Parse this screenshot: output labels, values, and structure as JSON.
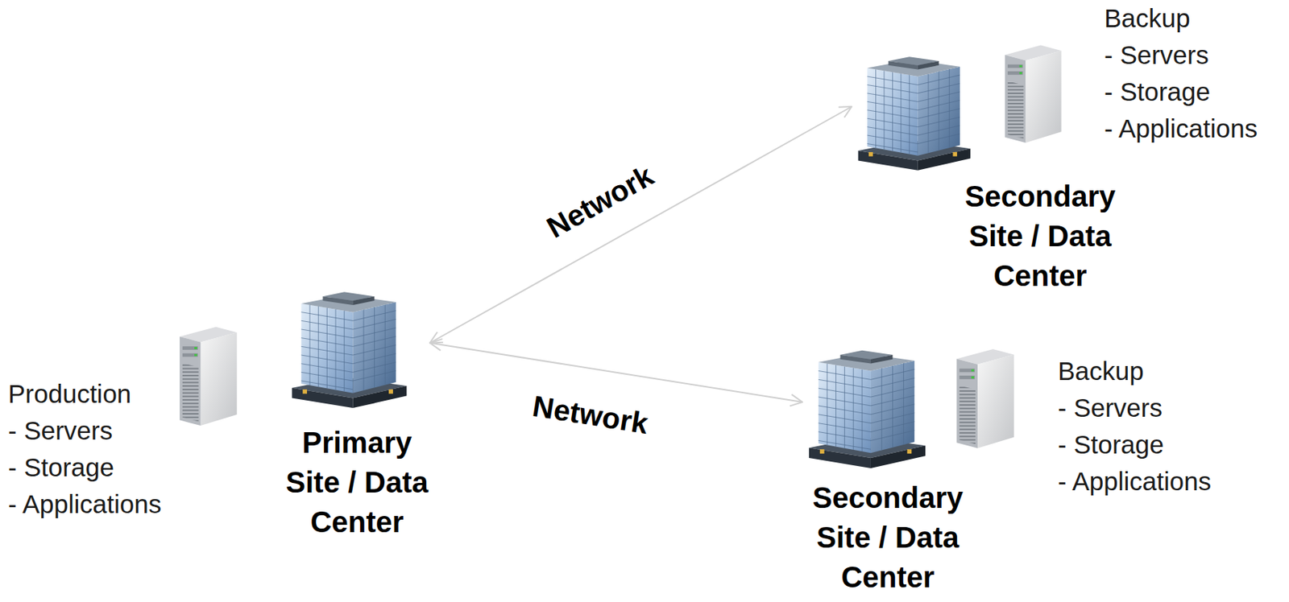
{
  "diagram": {
    "nodes": [
      {
        "text": [
          "Primary Site / Data Center",
          "Production",
          "- Servers",
          "- Storage",
          "- Applications"
        ]
      },
      {
        "text": [
          "Secondary Site / Data Center",
          "Backup",
          "- Servers",
          "- Storage",
          "- Applications"
        ]
      },
      {
        "text": [
          "Secondary Site / Data Center",
          "Backup",
          "- Servers",
          "- Storage",
          "- Applications"
        ]
      }
    ],
    "edges": [
      {
        "from": 0,
        "to": 1,
        "label": "Network",
        "arrow": "both"
      },
      {
        "from": 0,
        "to": 2,
        "label": "Network",
        "arrow": "both"
      }
    ]
  }
}
